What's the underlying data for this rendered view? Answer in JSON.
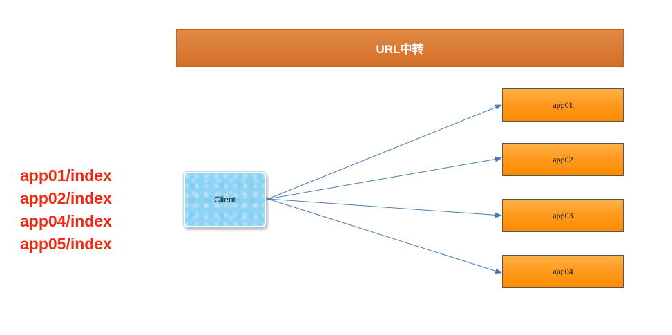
{
  "banner": {
    "title": "URL中转"
  },
  "url_list": [
    "app01/index",
    "app02/index",
    "app04/index",
    "app05/index"
  ],
  "client": {
    "label": "Client"
  },
  "apps": [
    {
      "label": "app01"
    },
    {
      "label": "app02"
    },
    {
      "label": "app03"
    },
    {
      "label": "app04"
    }
  ],
  "colors": {
    "banner": "#d97b35",
    "url_text": "#ee2a12",
    "client_fill": "#8dd3f3",
    "app_fill": "#ff9a20",
    "arrow": "#4a7ab5"
  }
}
